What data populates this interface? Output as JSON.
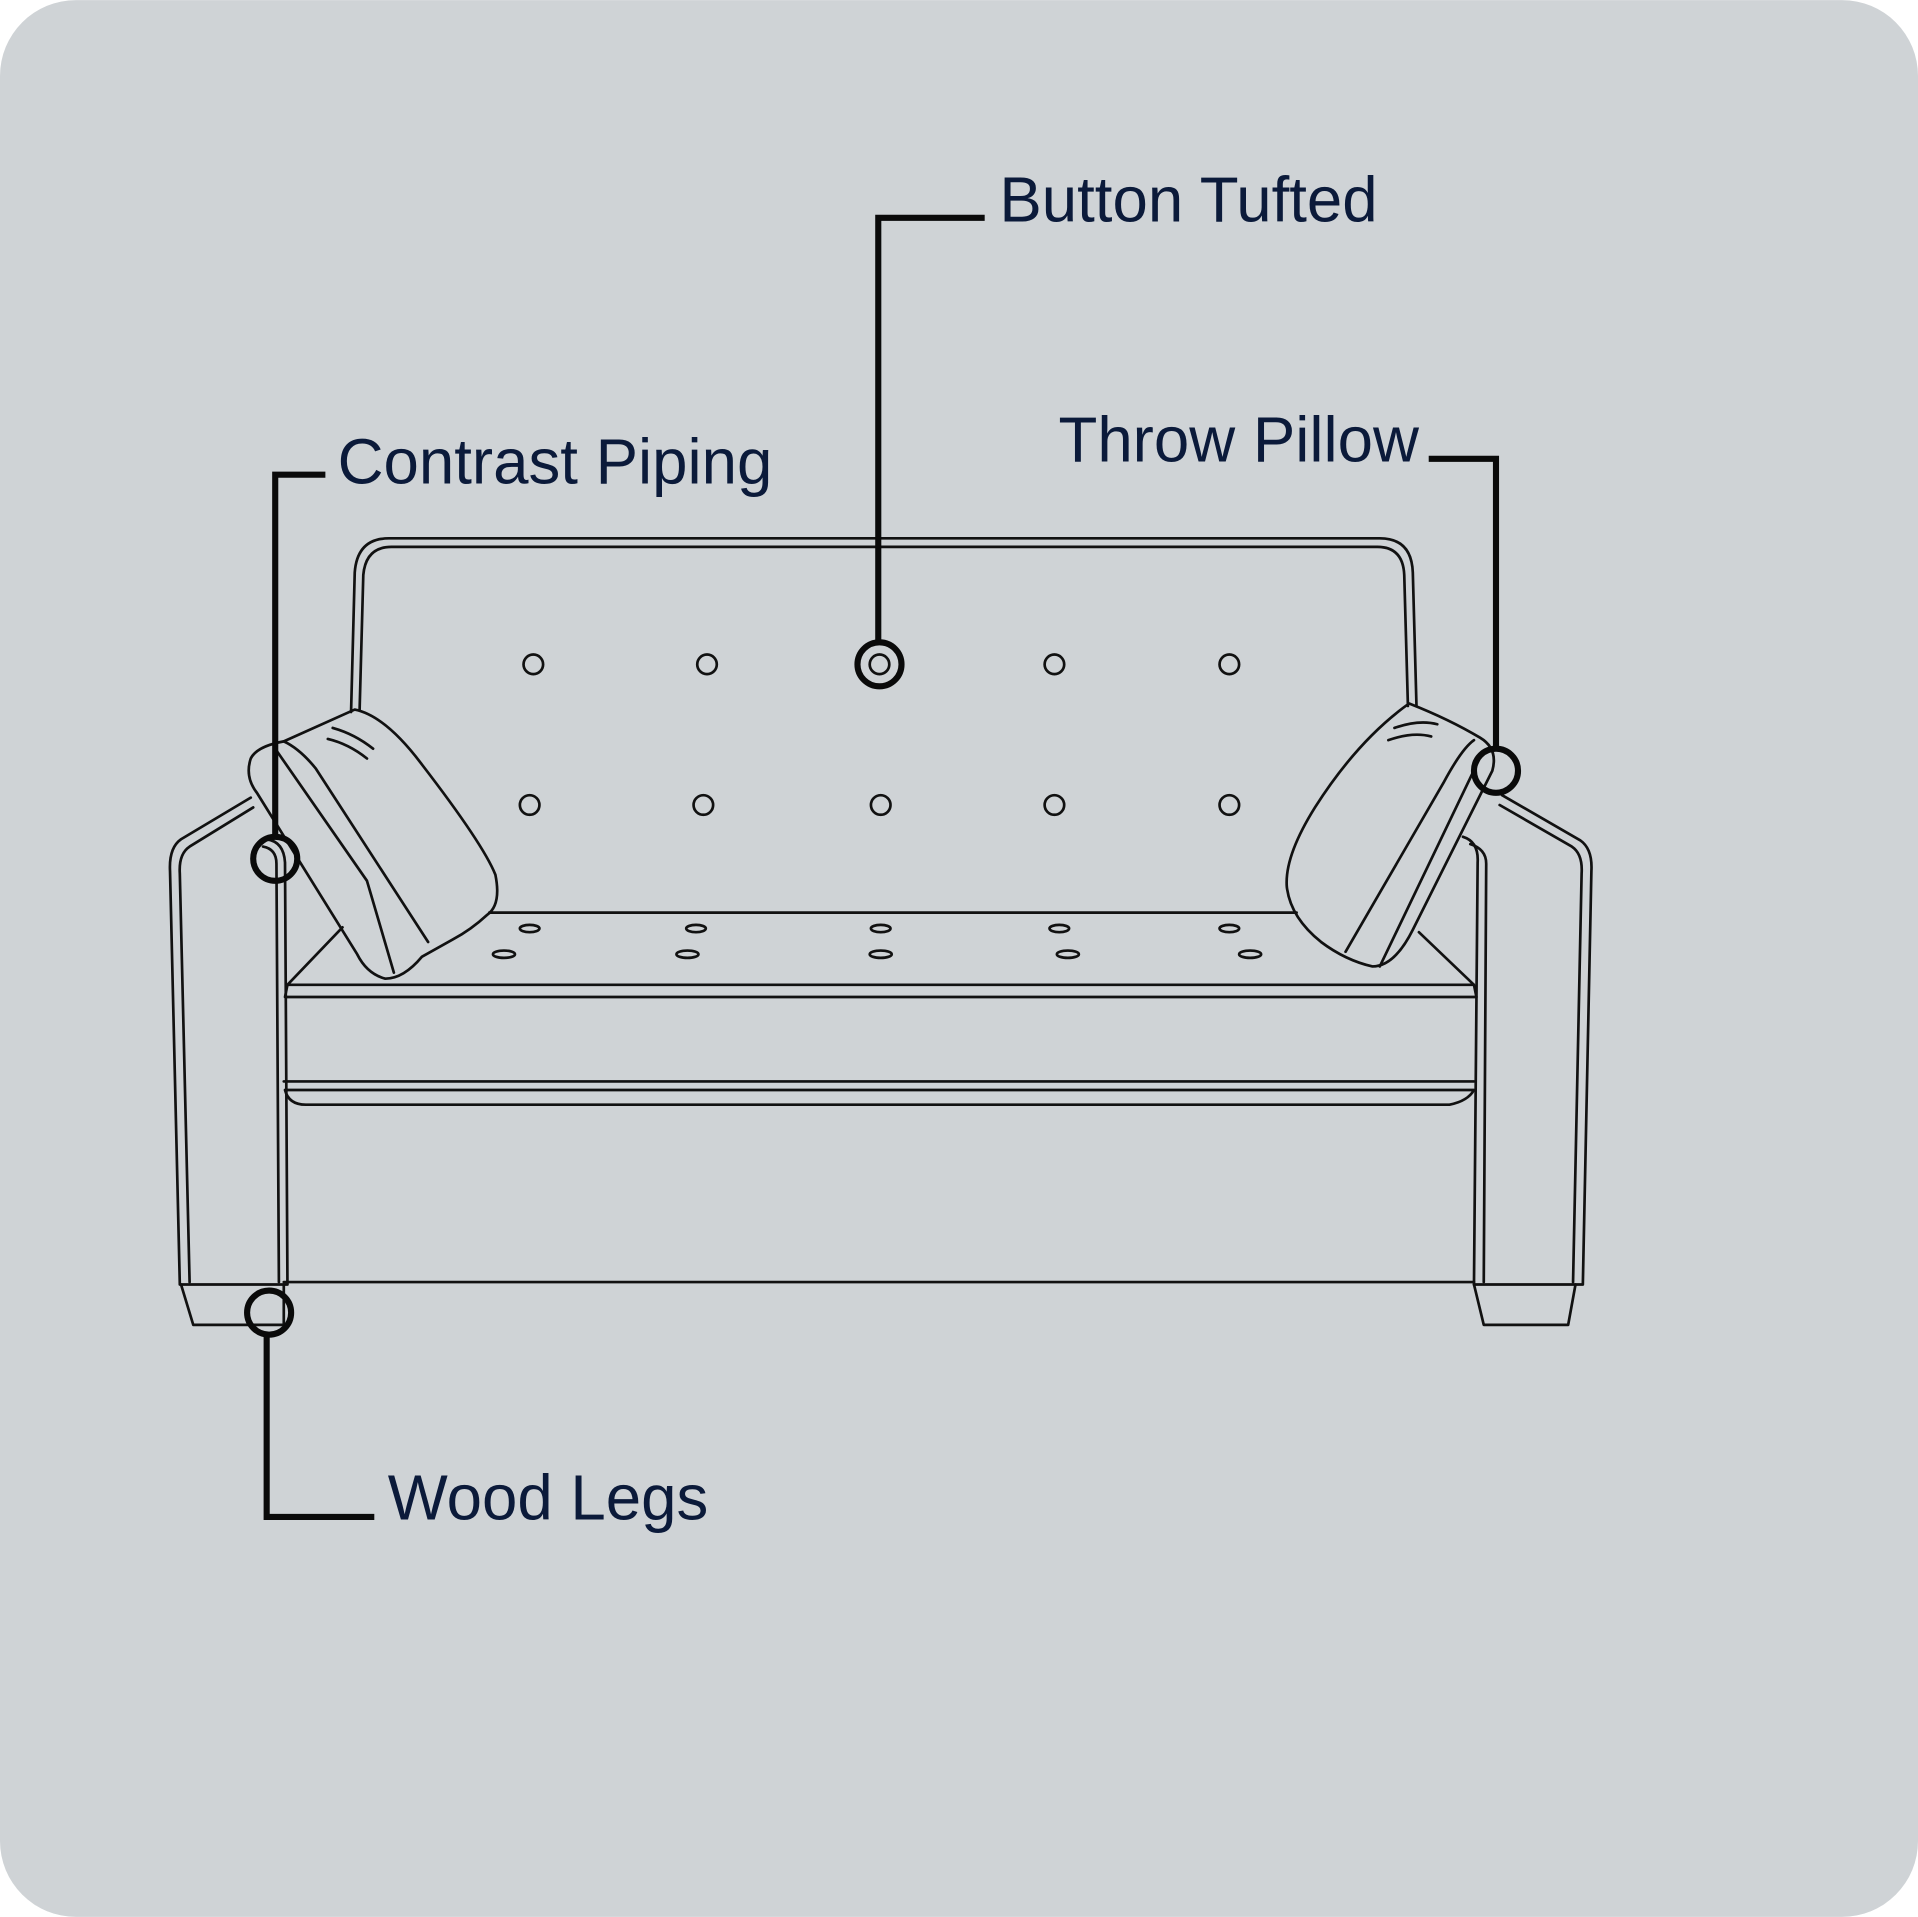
{
  "colors": {
    "background": "#cfd3d6",
    "label_text": "#0b1a3a",
    "line": "#111111"
  },
  "callouts": {
    "button_tufted": "Button Tufted",
    "contrast_piping": "Contrast Piping",
    "throw_pillow": "Throw Pillow",
    "wood_legs": "Wood Legs"
  }
}
